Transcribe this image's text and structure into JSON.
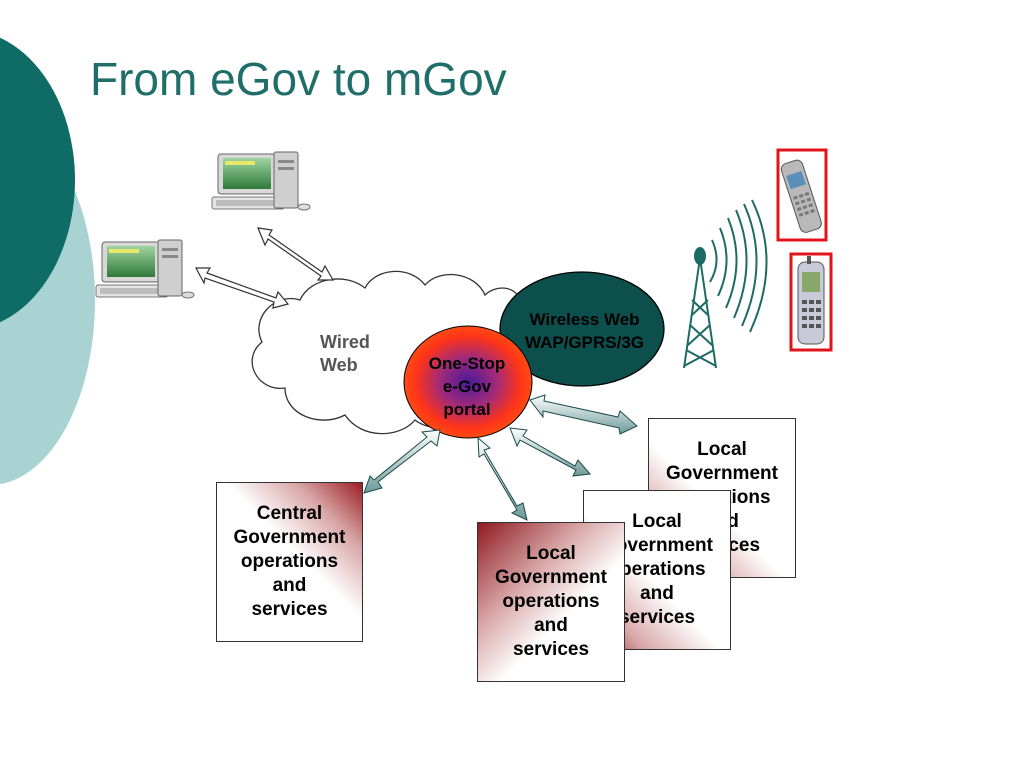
{
  "slide": {
    "title": "From eGov to mGov"
  },
  "diagram": {
    "wired_web_label": "Wired\nWeb",
    "wireless_web_label": "Wireless Web\nWAP/GPRS/3G",
    "portal_label": "One-Stop\ne-Gov\nportal",
    "central_box_label": "Central\nGovernment\noperations\nand\nservices",
    "local_box_label": "Local\nGovernment\noperations\nand\nservices"
  },
  "colors": {
    "title": "#1f6e6a",
    "teal_dark": "#0e6b66",
    "teal_light": "#a9d3d3",
    "wireless_ellipse": "#0d4f4c",
    "portal_outer": "#ff2a1a",
    "portal_inner": "#5a1aa0",
    "phone_frame": "#e0141b",
    "box_red": "#9b1f24"
  },
  "icons": {
    "computer": "computer-icon",
    "tower": "antenna-tower-icon",
    "phone": "mobile-phone-icon"
  }
}
